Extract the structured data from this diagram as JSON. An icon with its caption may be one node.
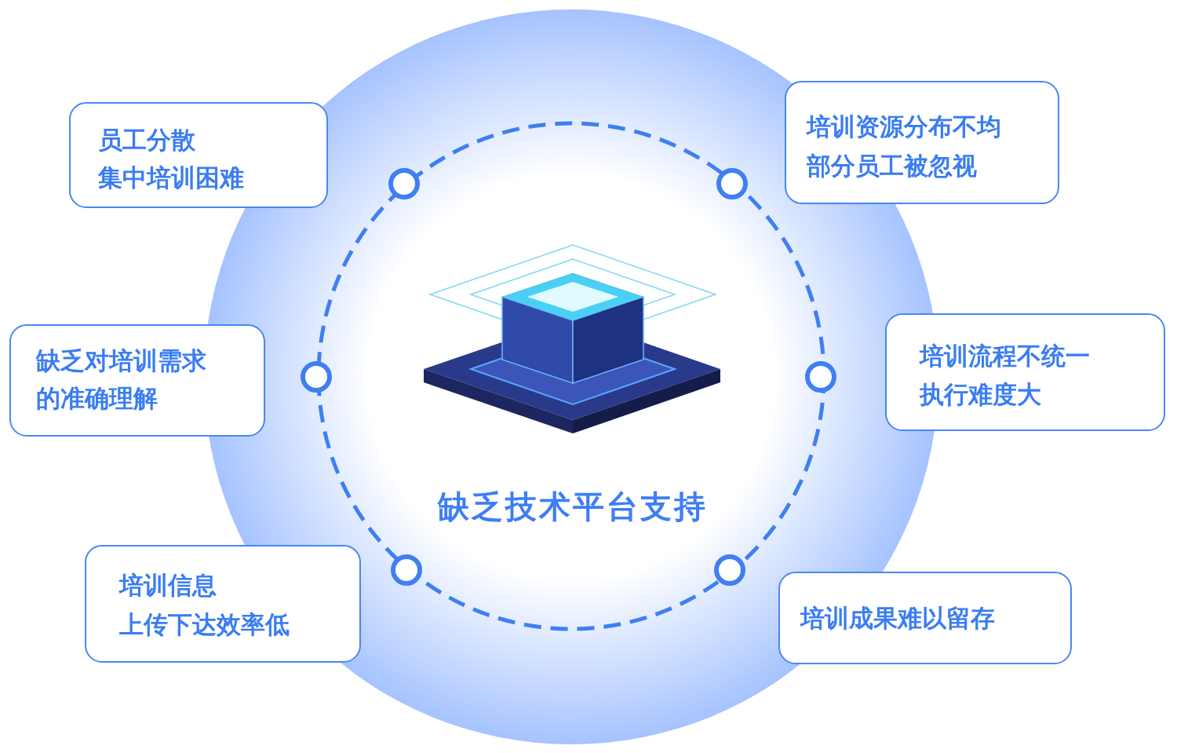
{
  "diagram": {
    "nodes": [
      {
        "text": [
          "员工分散",
          "集中培训困难"
        ]
      },
      {
        "text": [
          "培训资源分布不均",
          "部分员工被忽视"
        ]
      },
      {
        "text": [
          "缺乏对培训需求的准确理解"
        ]
      },
      {
        "text": [
          "培训流程不统一",
          "执行难度大"
        ]
      },
      {
        "text": [
          "培训信息",
          "上传下达效率低"
        ]
      },
      {
        "text": [
          "培训成果难以留存"
        ]
      }
    ],
    "labels": [
      "缺乏技术平台支持"
    ]
  }
}
